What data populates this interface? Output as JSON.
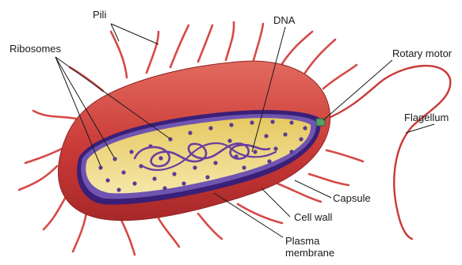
{
  "labels": {
    "pili": "Pili",
    "dna": "DNA",
    "ribosomes": "Ribosomes",
    "rotary_motor": "Rotary motor",
    "flagellum": "Flagellum",
    "capsule": "Capsule",
    "cell_wall": "Cell wall",
    "plasma_membrane": "Plasma membrane"
  },
  "colors": {
    "capsule": "#c93a37",
    "cell_wall": "#3a1f78",
    "plasma_membrane": "#6f55b0",
    "cytoplasm": "#f0dc88",
    "ribosome": "#5b3a95",
    "dna": "#6a3fa0",
    "pili": "#d54a48",
    "leader_line": "#1a1a1a"
  }
}
